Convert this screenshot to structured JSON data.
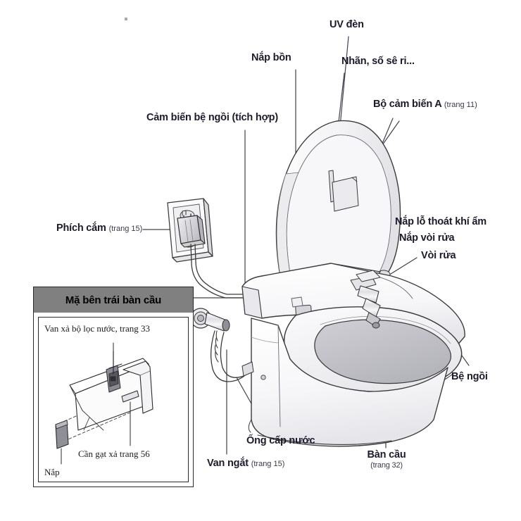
{
  "diagram": {
    "title": "So do cac bo phan ban cau dien tu",
    "type": "exploded-parts-callout-diagram",
    "colors": {
      "label_text": "#1b1b2b",
      "page_ref_text": "#3a3a4a",
      "leader_line": "#3d3d4d",
      "outline": "#3a3a3a",
      "fill_light": "#f2f2f4",
      "fill_mid": "#dcdce0",
      "fill_dark": "#b9b9be",
      "inset_header_bg": "#808080",
      "inset_border": "#2a2a2a",
      "background": "#ffffff"
    }
  },
  "callouts": [
    {
      "id": "uv-den",
      "label": "UV đèn",
      "page_ref": ""
    },
    {
      "id": "nhan-so-se-ri",
      "label": "Nhãn, số sê ri...",
      "page_ref": ""
    },
    {
      "id": "nap-bon",
      "label": "Nắp bồn",
      "page_ref": ""
    },
    {
      "id": "bo-cam-bien-a",
      "label": "Bộ cảm biến A",
      "page_ref": "(trang 11)"
    },
    {
      "id": "cam-bien-be-ngoi",
      "label": "Cảm biến bệ ngồi (tích hợp)",
      "page_ref": ""
    },
    {
      "id": "phich-cam",
      "label": "Phích cắm",
      "page_ref": "(trang 15)"
    },
    {
      "id": "nap-lo-thoat",
      "label": "Nắp lỗ thoát khí ẩm",
      "page_ref": ""
    },
    {
      "id": "nap-voi-rua",
      "label": "Nắp vòi rửa",
      "page_ref": ""
    },
    {
      "id": "voi-rua",
      "label": "Vòi rửa",
      "page_ref": ""
    },
    {
      "id": "be-ngoi",
      "label": "Bệ ngồi",
      "page_ref": ""
    },
    {
      "id": "ban-cau",
      "label": "Bàn cầu",
      "page_ref": "(trang 32)"
    },
    {
      "id": "ong-cap-nuoc",
      "label": "Ống cấp nước",
      "page_ref": ""
    },
    {
      "id": "van-ngat",
      "label": "Van ngắt",
      "page_ref": "(trang 15)"
    }
  ],
  "inset": {
    "header": "Mặ bên trái bàn cầu",
    "labels": [
      {
        "id": "van-xa-bo-loc-nuoc",
        "text": "Van xả bộ lọc nước, trang 33"
      },
      {
        "id": "can-gat-xa",
        "text": "Cần gạt xả trang 56"
      },
      {
        "id": "nap",
        "text": "Nắp"
      }
    ]
  }
}
